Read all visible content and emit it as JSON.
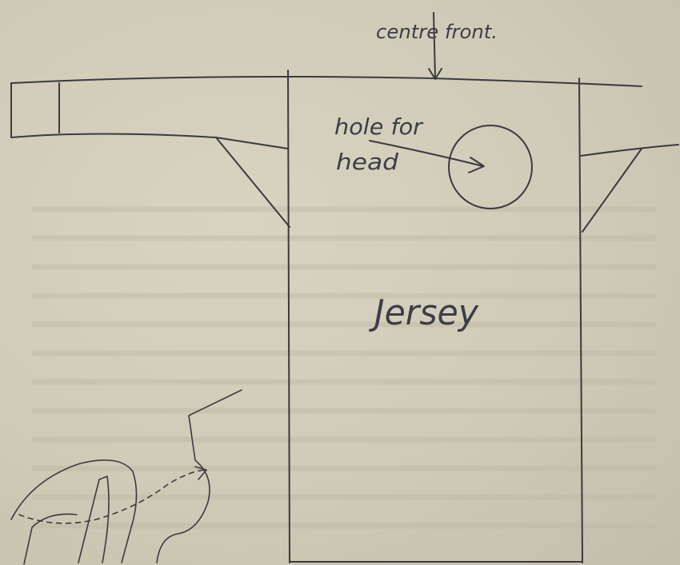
{
  "labels": {
    "centre_front": "centre front.",
    "hole_for_head_line1": "hole for",
    "hole_for_head_line2": "head",
    "garment_name": "Jersey"
  },
  "colors": {
    "paper": "#cdc9b6",
    "pencil": "#3a3a40"
  }
}
